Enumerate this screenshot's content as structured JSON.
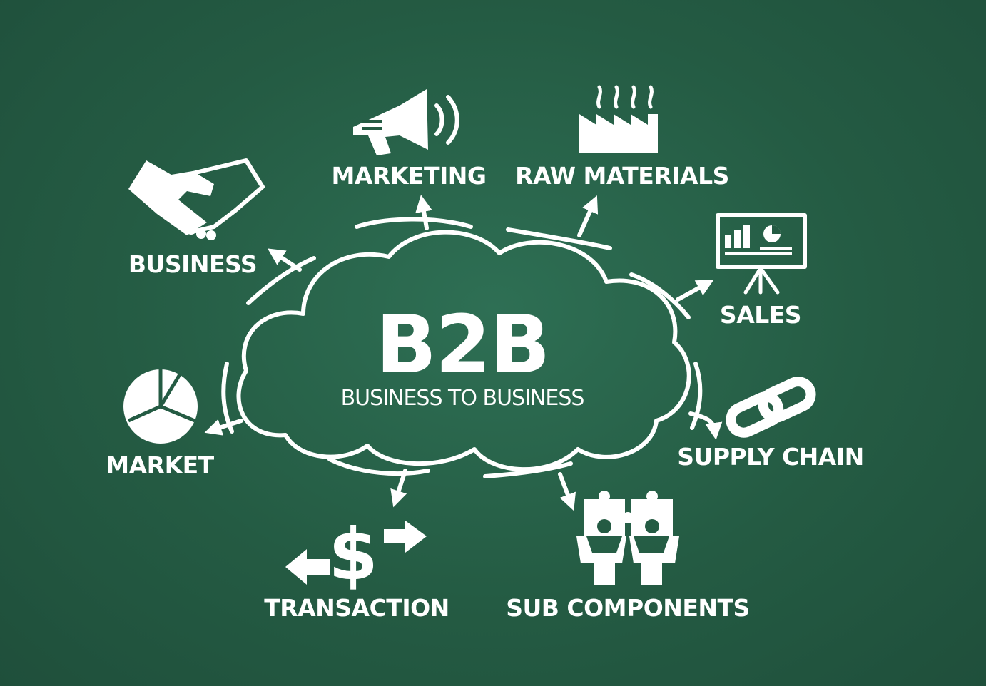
{
  "center": {
    "title": "B2B",
    "subtitle": "BUSINESS TO BUSINESS"
  },
  "nodes": [
    {
      "id": "marketing",
      "label": "MARKETING",
      "icon": "megaphone-icon"
    },
    {
      "id": "raw_materials",
      "label": "RAW MATERIALS",
      "icon": "factory-icon"
    },
    {
      "id": "business",
      "label": "BUSINESS",
      "icon": "handshake-icon"
    },
    {
      "id": "sales",
      "label": "SALES",
      "icon": "presentation-board-icon"
    },
    {
      "id": "market",
      "label": "MARKET",
      "icon": "pie-chart-icon"
    },
    {
      "id": "supply_chain",
      "label": "SUPPLY CHAIN",
      "icon": "chain-link-icon"
    },
    {
      "id": "transaction",
      "label": "TRANSACTION",
      "icon": "dollar-arrows-icon"
    },
    {
      "id": "sub_components",
      "label": "SUB COMPONENTS",
      "icon": "puzzle-people-icon"
    }
  ],
  "colors": {
    "background": "#245b43",
    "foreground": "#ffffff"
  }
}
